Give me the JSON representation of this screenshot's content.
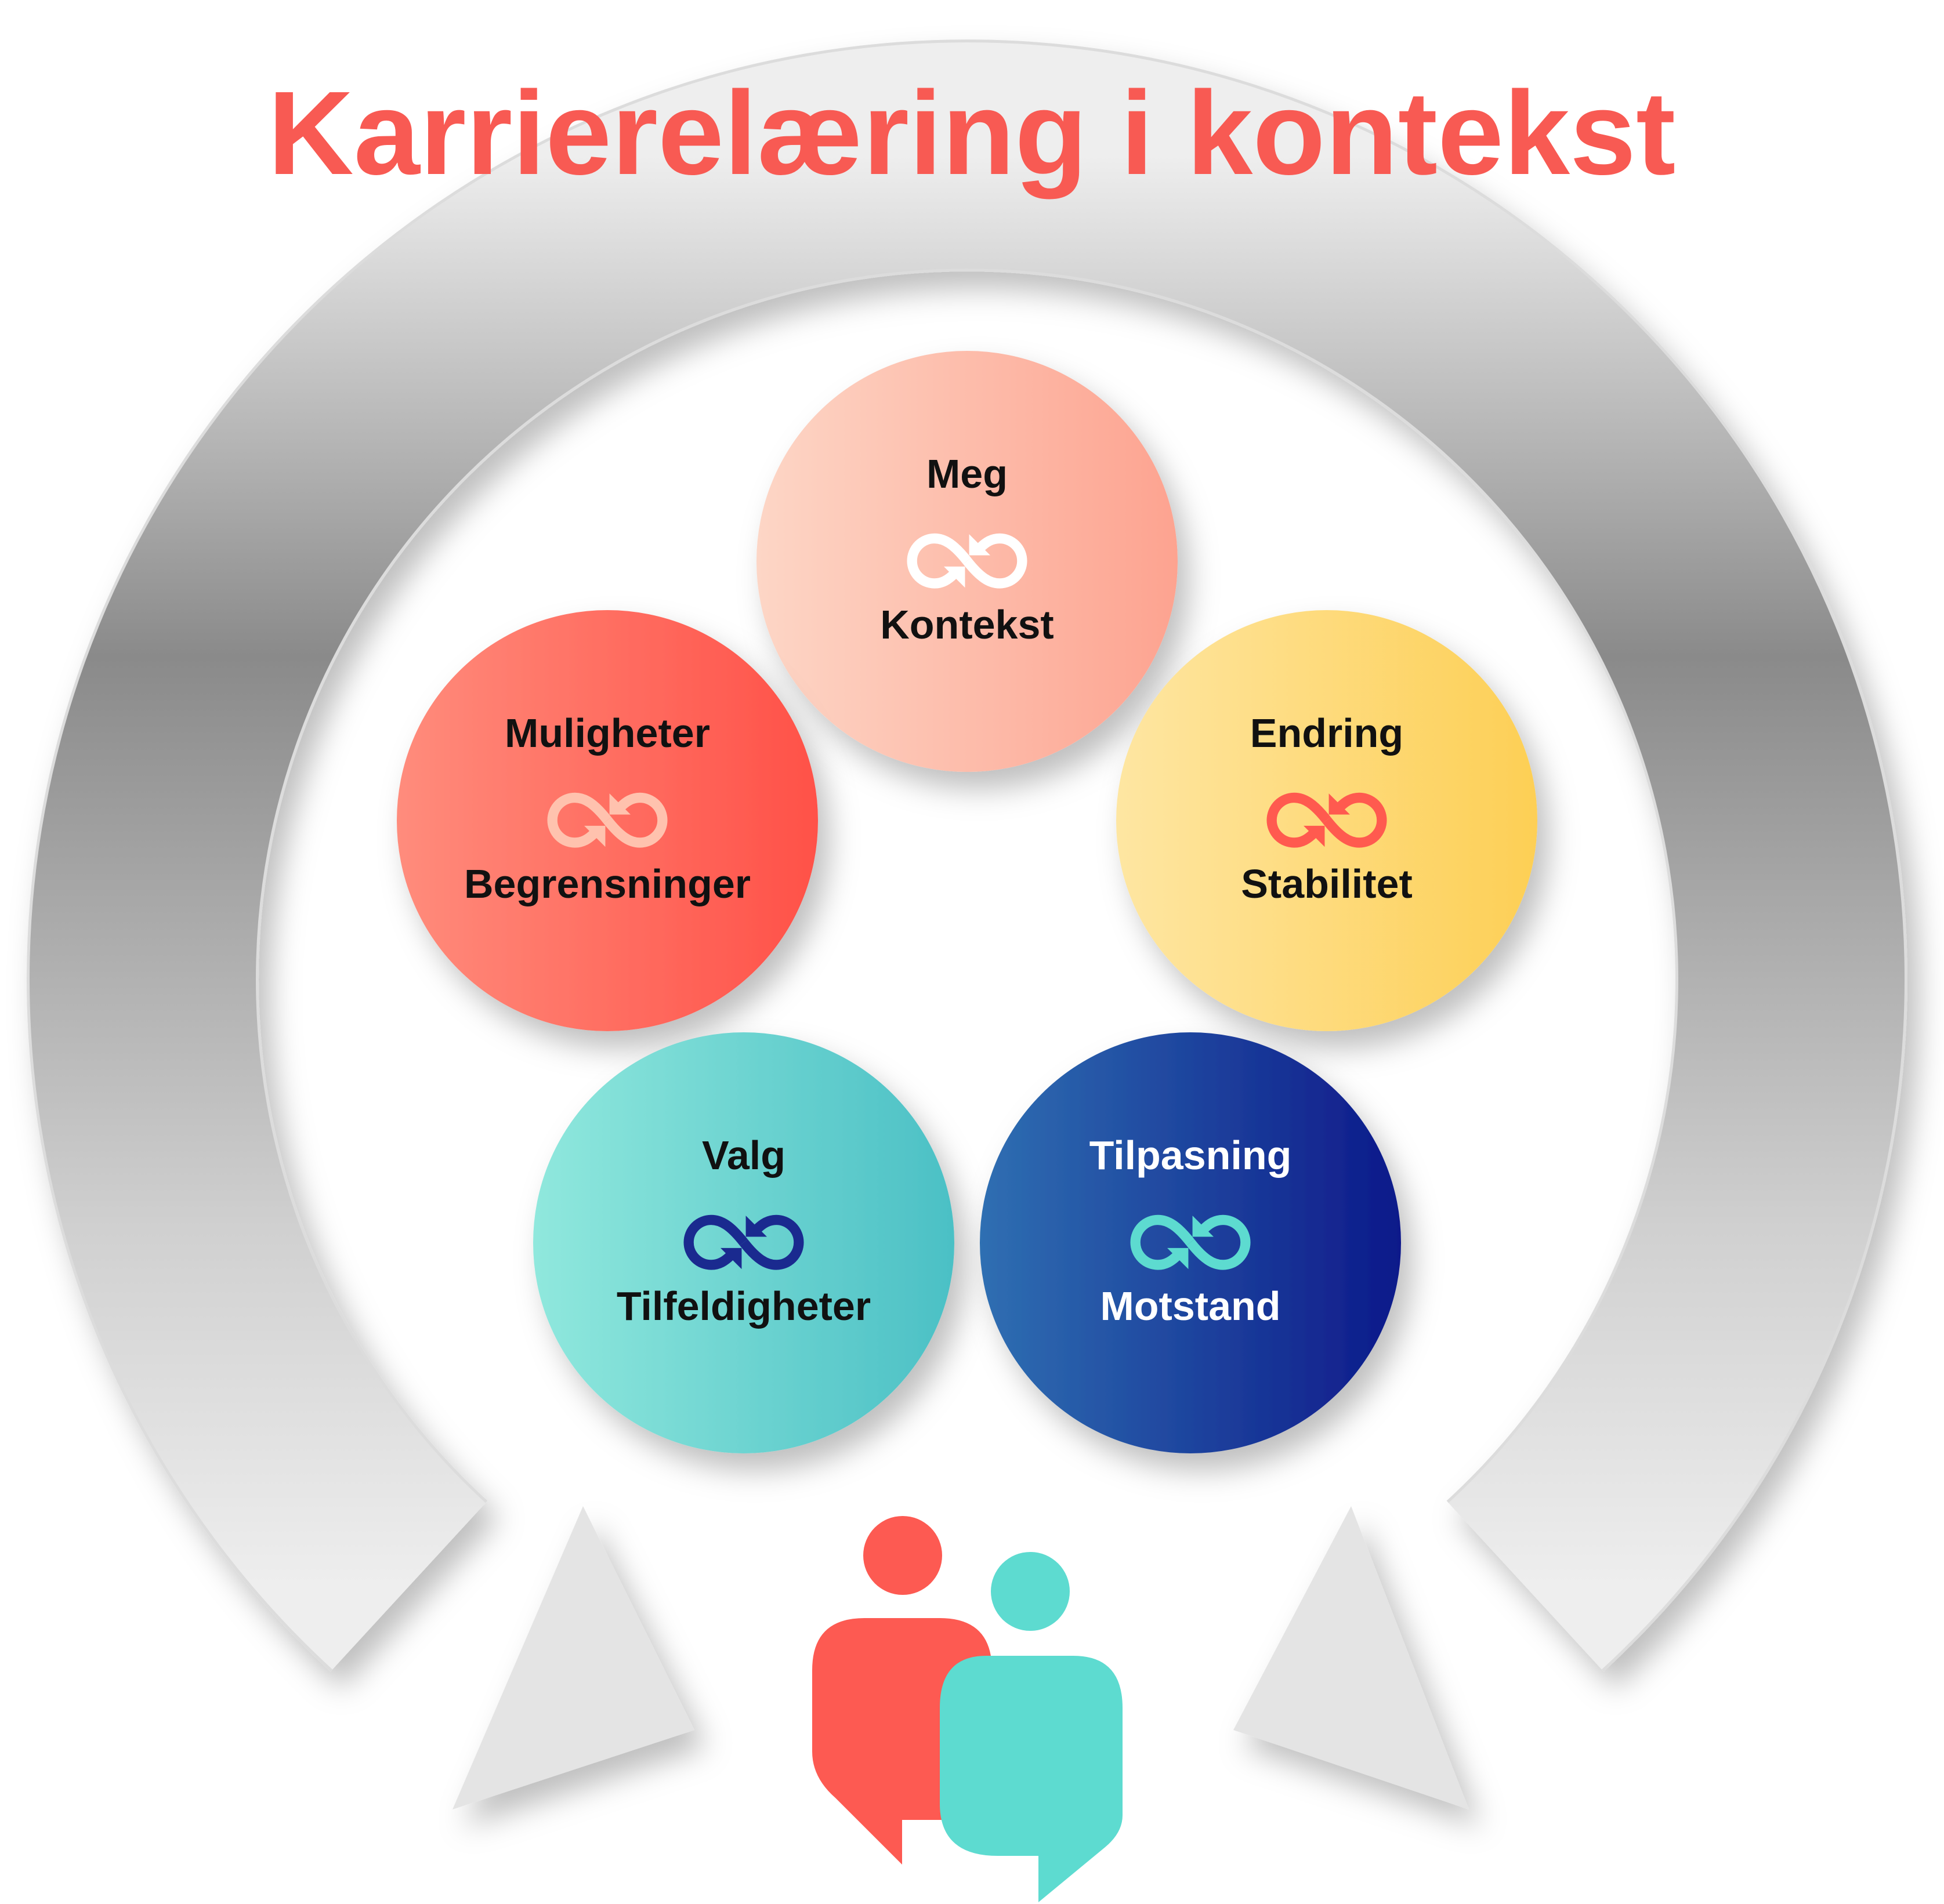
{
  "title": "Karrierelæring i kontekst",
  "colors": {
    "accent": "#f85a53",
    "teal": "#5ddbd0"
  },
  "circles": [
    {
      "id": "meg",
      "top": "Meg",
      "bottom": "Kontekst",
      "icon": "infinity-arrows-icon",
      "from": "#fdd6c6",
      "to": "#fda390",
      "text": "#111111",
      "iconColor": "#ffffff"
    },
    {
      "id": "muligheter",
      "top": "Muligheter",
      "bottom": "Begrensninger",
      "icon": "infinity-arrows-icon",
      "from": "#ff8c7c",
      "to": "#ff5148",
      "text": "#111111",
      "iconColor": "#ffc2ae"
    },
    {
      "id": "endring",
      "top": "Endring",
      "bottom": "Stabilitet",
      "icon": "infinity-arrows-icon",
      "from": "#fee6a2",
      "to": "#fdcf55",
      "text": "#111111",
      "iconColor": "#ff5a4f"
    },
    {
      "id": "valg",
      "top": "Valg",
      "bottom": "Tilfeldigheter",
      "icon": "infinity-arrows-icon",
      "from": "#90e8dd",
      "to": "#4bc0c5",
      "text": "#111111",
      "iconColor": "#1a2a8f"
    },
    {
      "id": "tilpasning",
      "top": "Tilpasning",
      "bottom": "Motstand",
      "icon": "infinity-arrows-icon",
      "from": "#2f6fb2",
      "to": "#0d198a",
      "text": "#ffffff",
      "iconColor": "#5ddbd0"
    }
  ]
}
